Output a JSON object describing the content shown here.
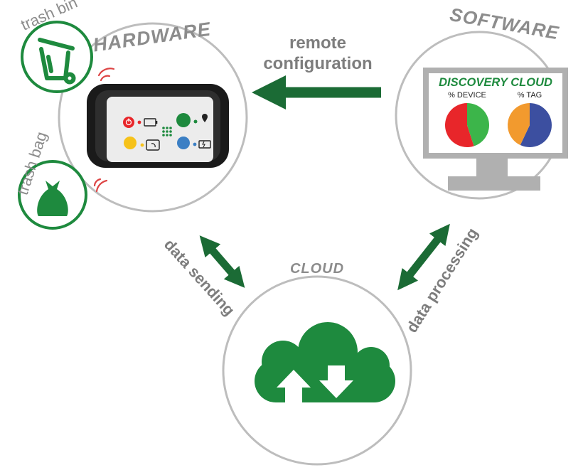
{
  "colors": {
    "green": "#1e8a3e",
    "dark_green": "#1b6b35",
    "gray": "#8c8c8c",
    "light_gray": "#bdbdbd",
    "device_body": "#1a1a1a",
    "red": "#e8262a",
    "yellow": "#f6c21a",
    "blue": "#3b7fc4",
    "orange": "#f29a2e",
    "navy": "#3c4fa0",
    "pie_green": "#3cb54a"
  },
  "nodes": {
    "hardware": {
      "label": "HARDWARE"
    },
    "software": {
      "label": "SOFTWARE"
    },
    "cloud": {
      "label": "CLOUD"
    },
    "trash_bin": {
      "label": "trash bin"
    },
    "trash_bag": {
      "label": "trash bag"
    }
  },
  "screen": {
    "title": "DISCOVERY CLOUD",
    "device_label": "% DEVICE",
    "tag_label": "% TAG",
    "device_pie": [
      {
        "name": "green",
        "value": 45
      },
      {
        "name": "red",
        "value": 55
      }
    ],
    "tag_pie": [
      {
        "name": "navy",
        "value": 57
      },
      {
        "name": "orange",
        "value": 43
      }
    ]
  },
  "edges": {
    "remote_line1": "remote",
    "remote_line2": "configuration",
    "data_sending": "data sending",
    "data_processing": "data processing"
  },
  "icons": {
    "bin": "trash-bin-icon",
    "bag": "trash-bag-icon",
    "cloud": "cloud-upload-download-icon",
    "device": "tracker-device",
    "signal": "wireless-signal-icon"
  }
}
